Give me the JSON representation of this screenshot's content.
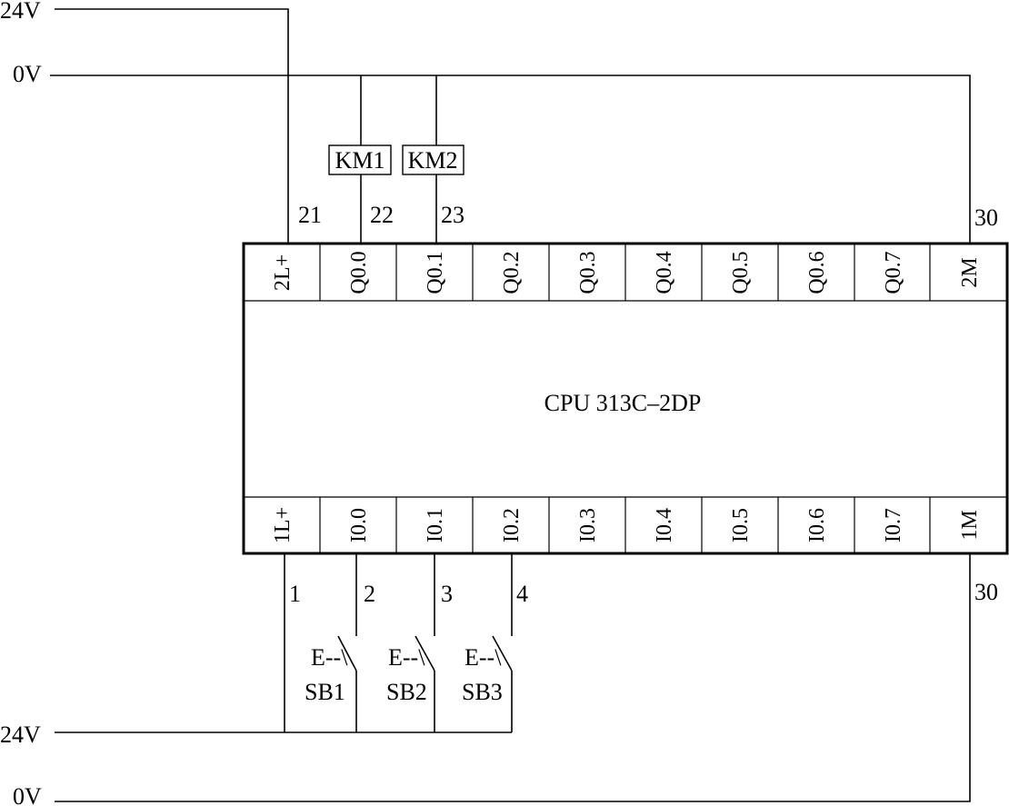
{
  "cpu_label": "CPU  313C–2DP",
  "supply": {
    "top_24v": "24V",
    "top_0v": "0V",
    "bottom_24v": "24V",
    "bottom_0v": "0V"
  },
  "output_terminals": [
    "2L+",
    "Q0.0",
    "Q0.1",
    "Q0.2",
    "Q0.3",
    "Q0.4",
    "Q0.5",
    "Q0.6",
    "Q0.7",
    "2M"
  ],
  "input_terminals": [
    "1L+",
    "I0.0",
    "I0.1",
    "I0.2",
    "I0.3",
    "I0.4",
    "I0.5",
    "I0.6",
    "I0.7",
    "1M"
  ],
  "output_wire_numbers": {
    "l_plus": "21",
    "q00": "22",
    "q01": "23",
    "m": "30"
  },
  "input_wire_numbers": {
    "l_plus": "1",
    "i00": "2",
    "i01": "3",
    "i02": "4",
    "m": "30"
  },
  "coils": [
    "KM1",
    "KM2"
  ],
  "buttons": [
    {
      "label": "SB1",
      "symbol": "E--\\"
    },
    {
      "label": "SB2",
      "symbol": "E--\\"
    },
    {
      "label": "SB3",
      "symbol": "E--\\"
    }
  ]
}
